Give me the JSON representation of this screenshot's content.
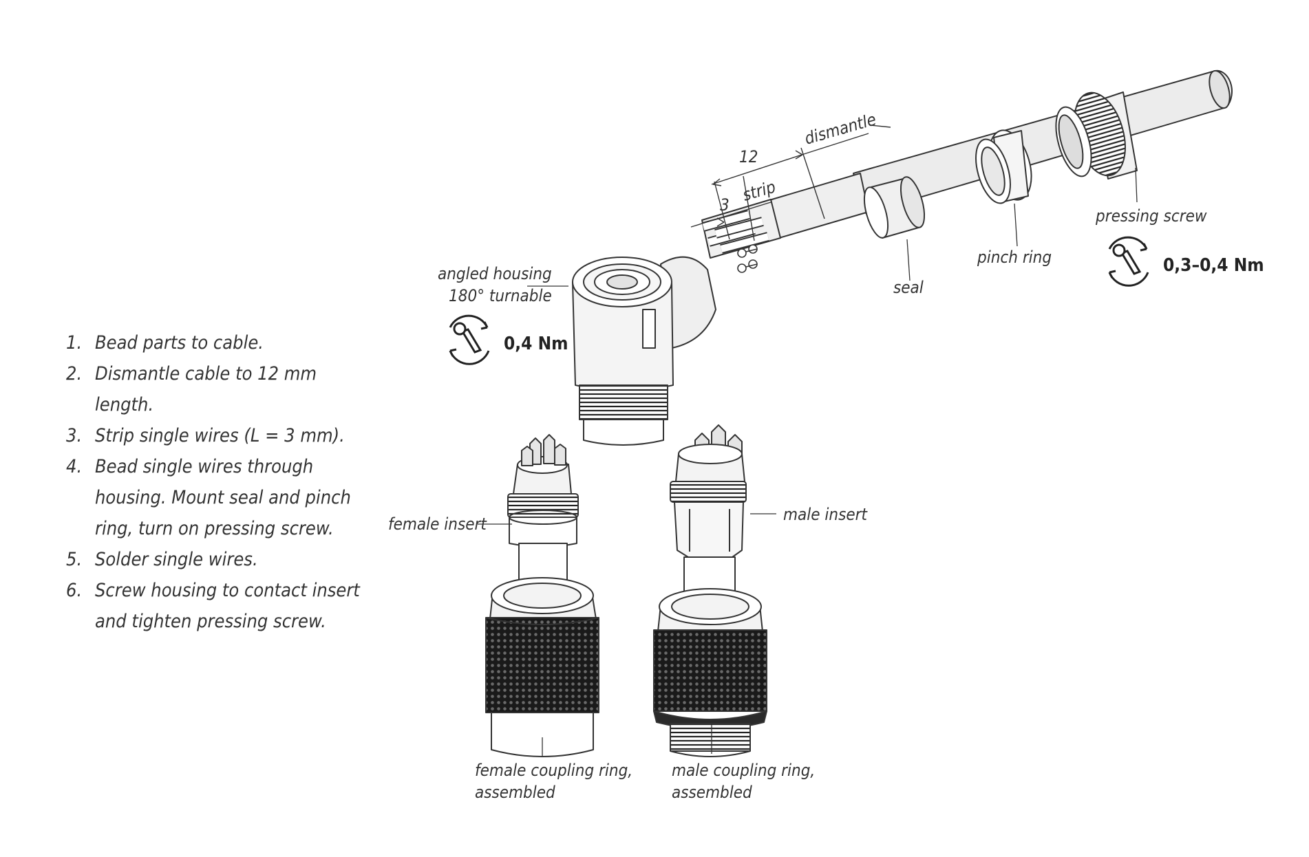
{
  "steps": [
    {
      "num": "1.",
      "text": "Bead parts to cable."
    },
    {
      "num": "2.",
      "text": "Dismantle cable to 12 mm length."
    },
    {
      "num": "3.",
      "text": "Strip single wires (L = 3 mm)."
    },
    {
      "num": "4.",
      "text": "Bead single wires through housing. Mount seal and pinch ring, turn on pressing screw."
    },
    {
      "num": "5.",
      "text": "Solder single wires."
    },
    {
      "num": "6.",
      "text": "Screw housing to contact insert and tighten pressing screw."
    }
  ],
  "labels": {
    "dismantle": "dismantle",
    "dim_12": "12",
    "strip": "strip",
    "dim_3": "3",
    "angled_housing_1": "angled housing",
    "angled_housing_2": "180° turnable",
    "seal": "seal",
    "pinch_ring": "pinch ring",
    "pressing_screw": "pressing screw",
    "female_insert": "female insert",
    "male_insert": "male insert",
    "female_coupling_1": "female coupling ring,",
    "female_coupling_2": "assembled",
    "male_coupling_1": "male coupling ring,",
    "male_coupling_2": "assembled"
  },
  "torques": {
    "housing": "0,4 Nm",
    "pressing_screw": "0,3–0,4 Nm"
  },
  "icons": [
    "torque-wrench-icon",
    "torque-wrench-icon"
  ],
  "colors": {
    "line": "#333333",
    "fill_light": "#ffffff",
    "fill_shade": "#e6e6e6",
    "knurl": "#1a1a1a"
  }
}
